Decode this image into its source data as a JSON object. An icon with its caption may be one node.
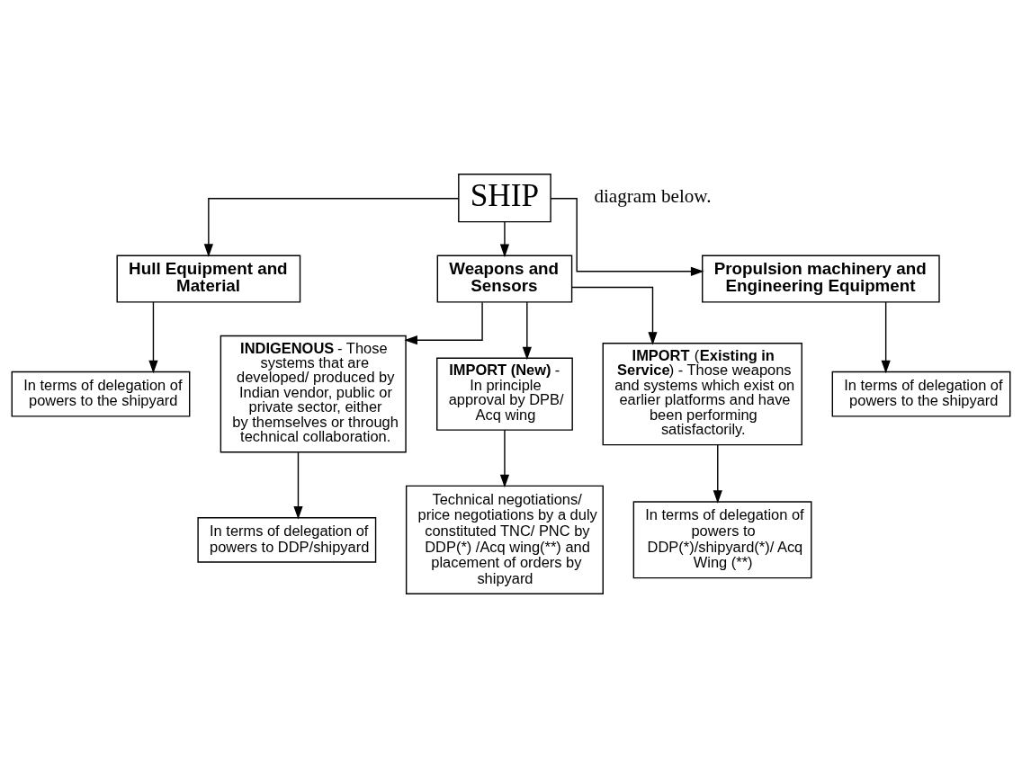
{
  "diagram": {
    "nodes": [
      {
        "text": [
          "SHIP"
        ]
      },
      {
        "text": [
          "Hull Equipment and Material"
        ]
      },
      {
        "text": [
          "Weapons and Sensors"
        ]
      },
      {
        "text": [
          "Propulsion machinery and Engineering Equipment"
        ]
      },
      {
        "text": [
          "In terms of delegation of powers to the shipyard"
        ]
      },
      {
        "text": [
          "In terms of delegation of powers to the shipyard"
        ]
      },
      {
        "text": [
          "**INDIGENOUS** - Those systems that are developed/ produced by Indian vendor, public or private sector, either by themselves or through technical collaboration."
        ]
      },
      {
        "text": [
          "**IMPORT (New)** - In principle approval by DPB/ Acq wing"
        ]
      },
      {
        "text": [
          "**IMPORT** (**Existing in Service**) - Those weapons and systems which exist on earlier platforms and have been performing satisfactorily."
        ]
      },
      {
        "text": [
          "In terms of delegation of powers to DDP/shipyard"
        ]
      },
      {
        "text": [
          "Technical negotiations/ price negotiations by a duly constituted TNC/ PNC by DDP(*) /Acq wing(**) and placement of orders by shipyard"
        ]
      },
      {
        "text": [
          "In terms of delegation of powers to DDP(*)/shipyard(*)/ Acq Wing (**)"
        ]
      }
    ],
    "edges": [
      {
        "from": 0,
        "to": 1,
        "arrow": "to"
      },
      {
        "from": 0,
        "to": 2,
        "arrow": "to"
      },
      {
        "from": 0,
        "to": 3,
        "arrow": "to"
      },
      {
        "from": 1,
        "to": 4,
        "arrow": "to"
      },
      {
        "from": 3,
        "to": 5,
        "arrow": "to"
      },
      {
        "from": 2,
        "to": 6,
        "arrow": "to"
      },
      {
        "from": 2,
        "to": 7,
        "arrow": "to"
      },
      {
        "from": 2,
        "to": 8,
        "arrow": "to"
      },
      {
        "from": 6,
        "to": 9,
        "arrow": "to"
      },
      {
        "from": 7,
        "to": 10,
        "arrow": "to"
      },
      {
        "from": 8,
        "to": 11,
        "arrow": "to"
      }
    ],
    "labels": [
      "diagram below."
    ]
  }
}
